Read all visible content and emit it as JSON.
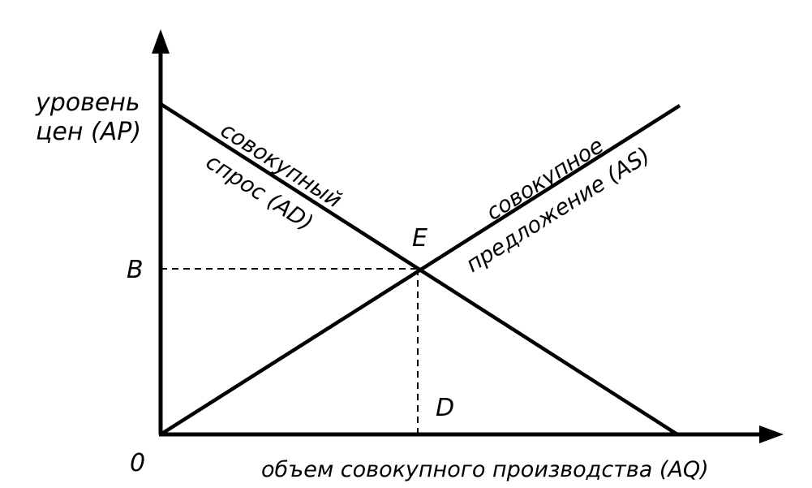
{
  "diagram": {
    "y_axis_label_line1": "уровень",
    "y_axis_label_line2": "цен (AP)",
    "x_axis_label": "объем совокупного производства (AQ)",
    "origin_label": "0",
    "demand_label_line1": "совокупный",
    "demand_label_line2": "спрос (AD)",
    "supply_label_line1": "совокупное",
    "supply_label_line2": "предложение (AS)",
    "equilibrium_label": "E",
    "price_point_label": "B",
    "quantity_point_label": "D"
  },
  "colors": {
    "ink": "#000000",
    "background": "#ffffff"
  }
}
